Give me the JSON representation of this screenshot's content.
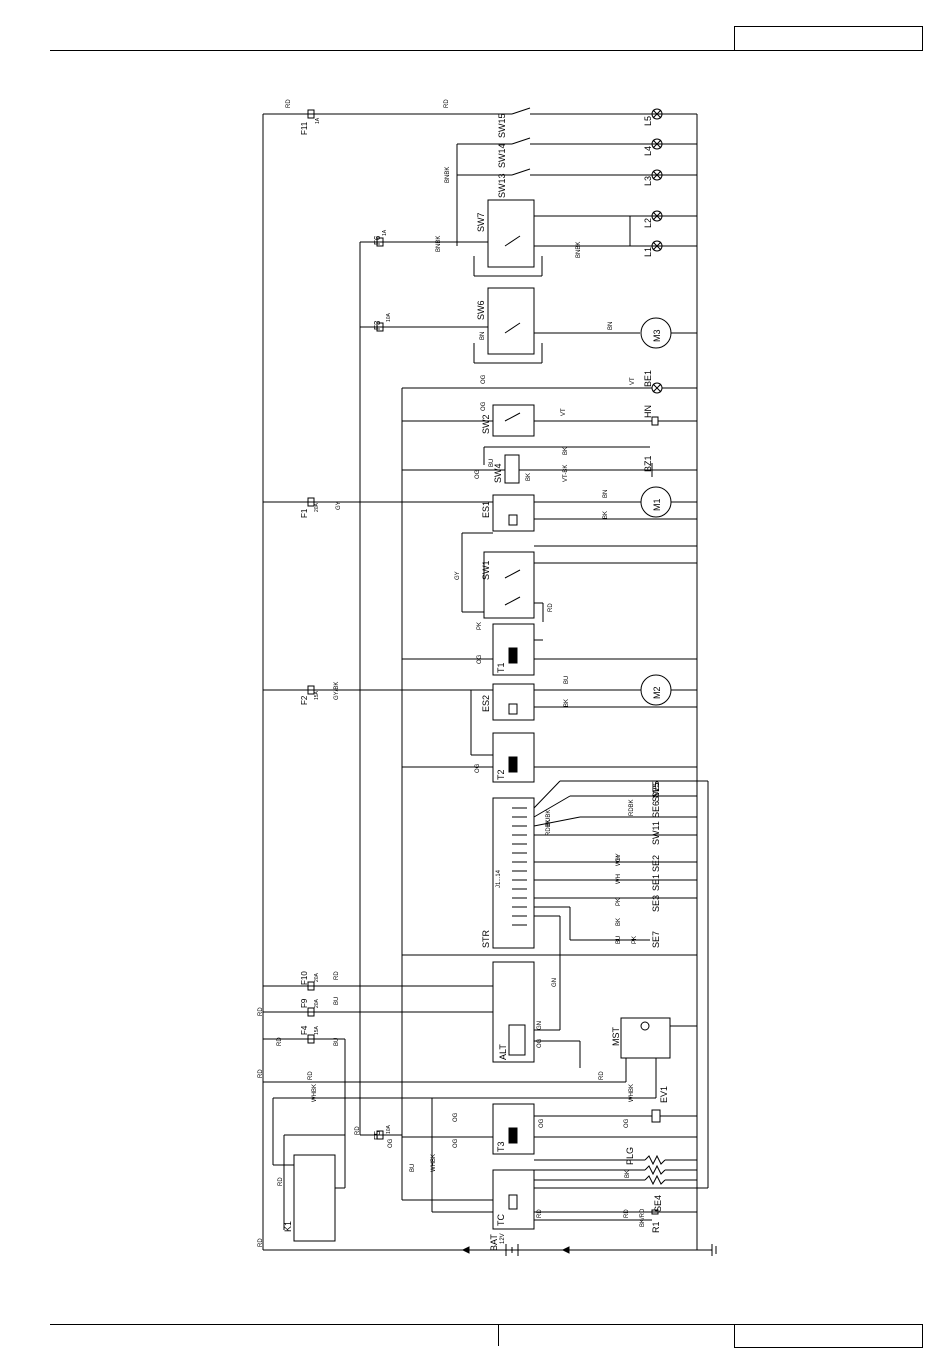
{
  "header": {
    "box_text": ""
  },
  "footer": {
    "center_text": "",
    "box_text": ""
  },
  "colors": {
    "ink": "#000000",
    "paper": "#ffffff"
  },
  "labels": {
    "fuses": [
      "F11",
      "F6",
      "F3",
      "F1",
      "F2",
      "F10",
      "F9",
      "F4",
      "F5"
    ],
    "fuse_ratings": [
      "1A",
      "1A",
      "10A",
      "20A",
      "15A",
      "20A",
      "20A",
      "15A",
      "10A"
    ],
    "wires": [
      "RD",
      "RD",
      "BNBK",
      "BNBK",
      "BNBK",
      "BN",
      "BN",
      "OG",
      "VT",
      "OG",
      "VT",
      "BK",
      "BU",
      "OG",
      "VT-BK",
      "BK",
      "BN",
      "GY",
      "BK",
      "GY",
      "RD",
      "PK",
      "OG",
      "BU",
      "BK",
      "GY/BK",
      "OG",
      "RD",
      "BU",
      "RD",
      "RD",
      "BU",
      "RD",
      "RD",
      "RD",
      "GN",
      "GN",
      "OG",
      "RD",
      "WHBK",
      "WHBK",
      "OG",
      "OG",
      "OG",
      "RD",
      "BU",
      "WHBK",
      "BK",
      "RD",
      "BK/RD",
      "RD",
      "RD",
      "OG",
      "OG",
      "WH",
      "WH",
      "PK",
      "BK",
      "BU",
      "PK",
      "GY",
      "RDBK",
      "BUBK",
      "RDBK"
    ],
    "switches": [
      "SW15",
      "SW14",
      "SW13",
      "SW7",
      "SW6",
      "SW2",
      "SW4",
      "SW1",
      "SW11",
      "SW5"
    ],
    "lamps": [
      "L5",
      "L4",
      "L3",
      "L2",
      "L1",
      "BE1"
    ],
    "motors": [
      "M3",
      "M1",
      "M2"
    ],
    "relays": [
      "ES1",
      "ES2",
      "T1",
      "T2",
      "T3",
      "TC",
      "K1"
    ],
    "misc": [
      "HN",
      "BZ1",
      "STR",
      "J1...14",
      "ALT",
      "MST",
      "EV1",
      "PLG",
      "SE4",
      "R1",
      "BAT",
      "SE5",
      "SE6",
      "SE2",
      "SE1",
      "SE3",
      "SE7"
    ],
    "bat_rating": "12V"
  }
}
